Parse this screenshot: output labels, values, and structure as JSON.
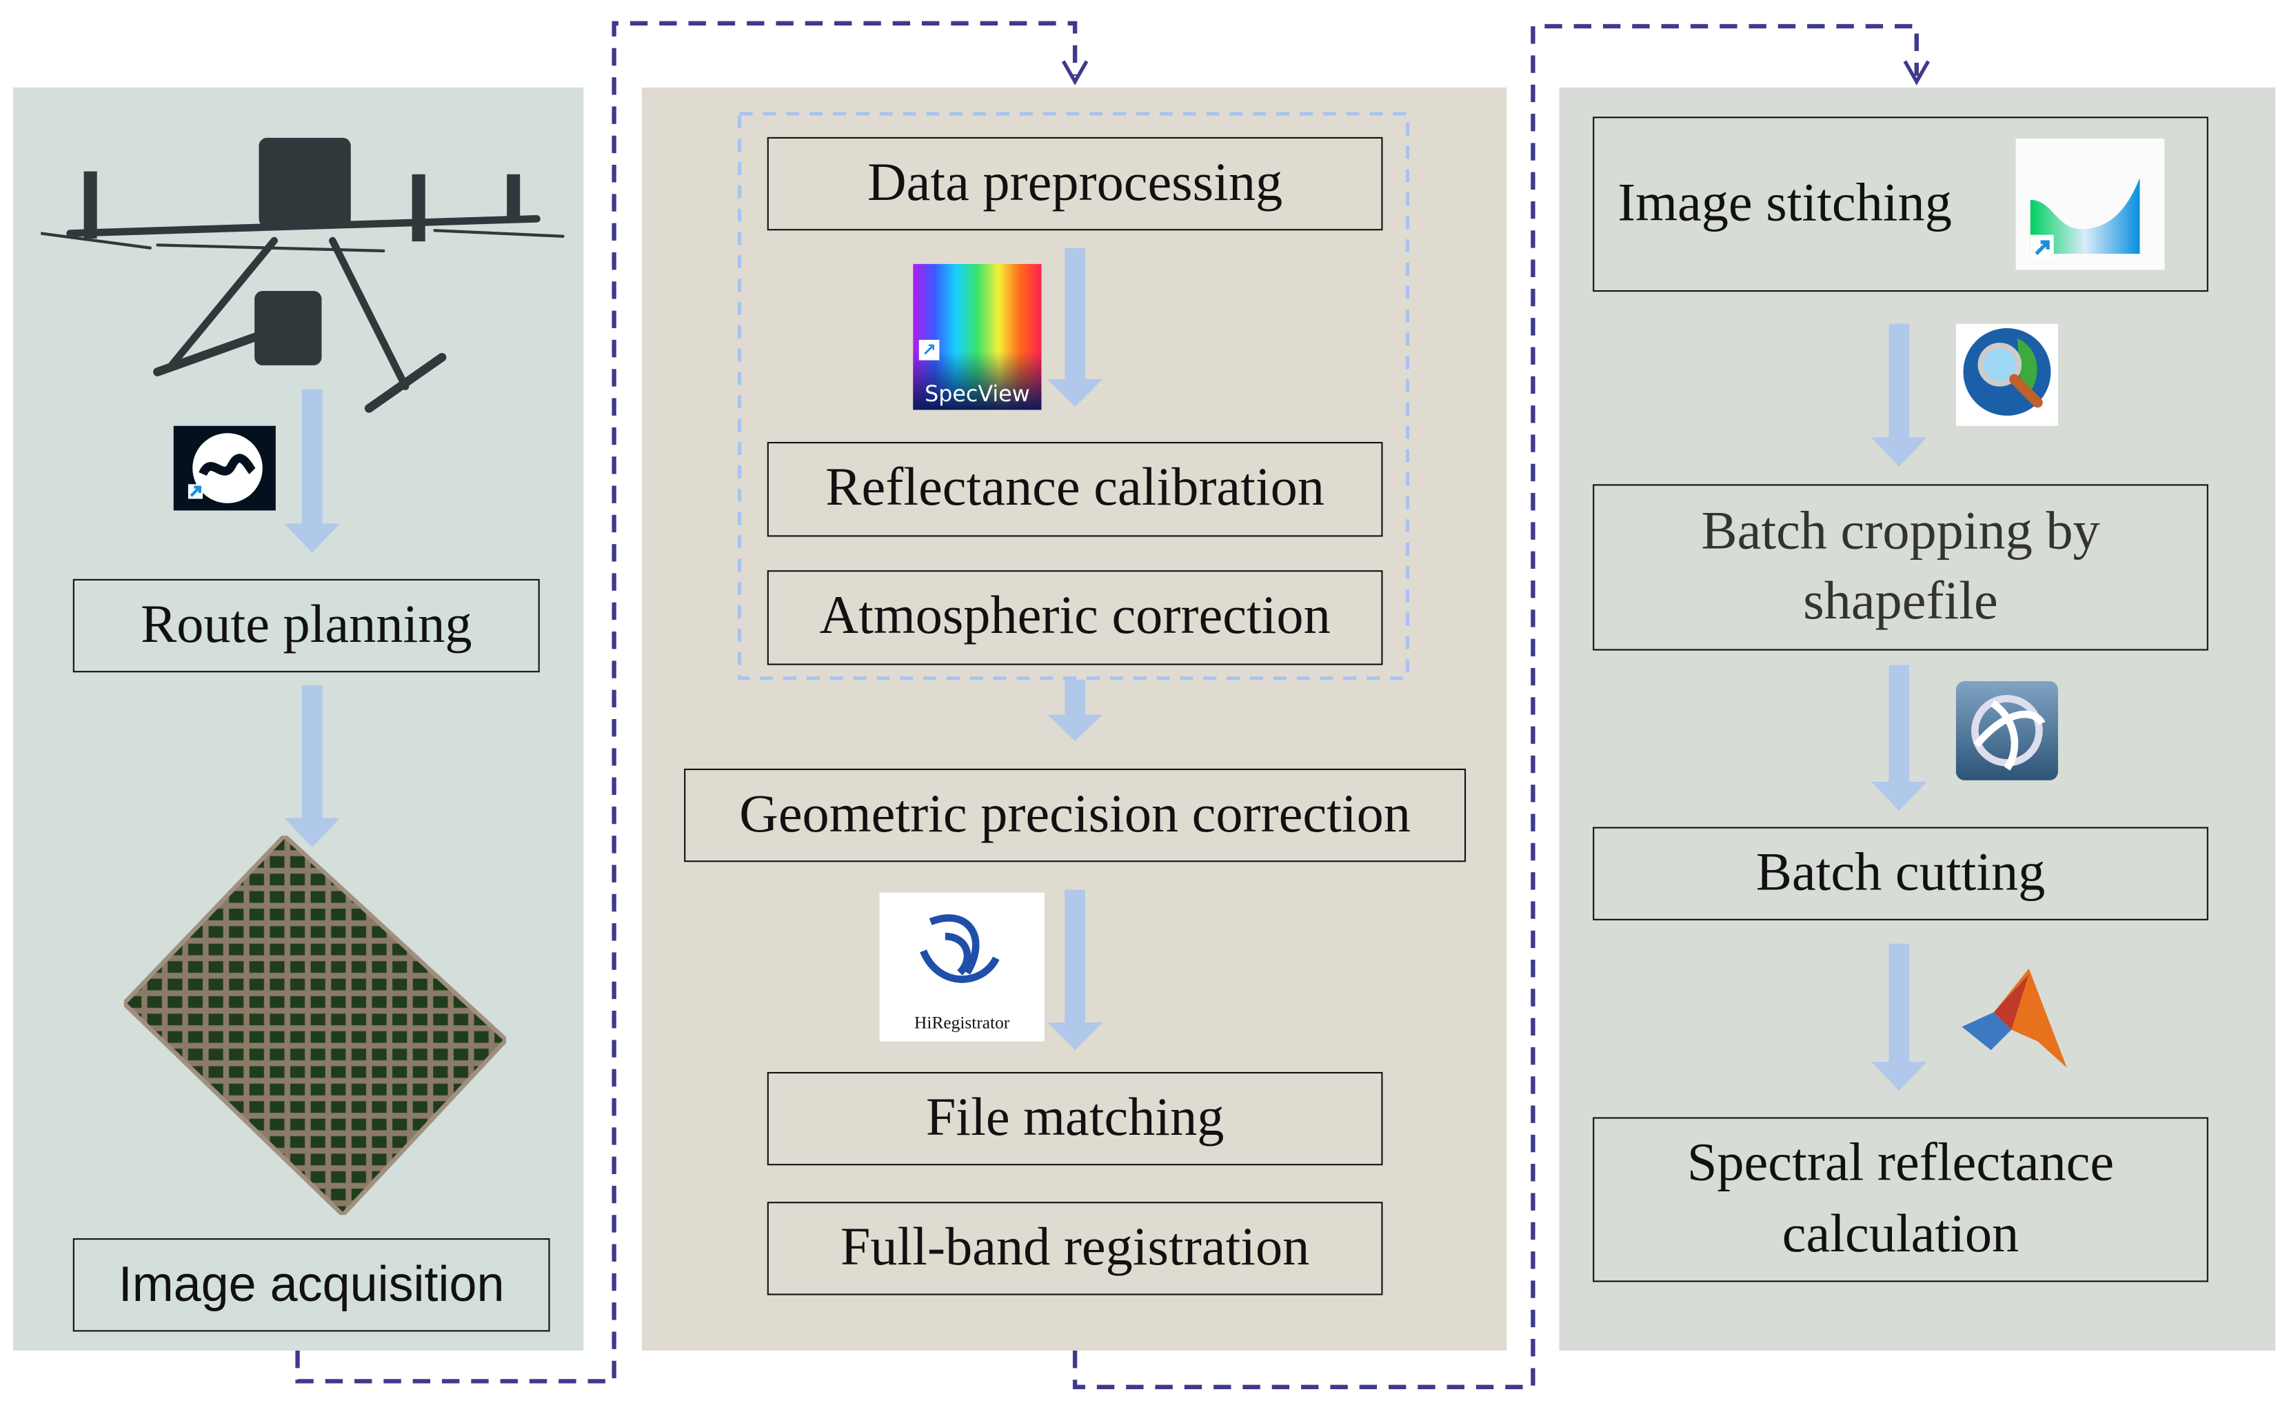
{
  "colors": {
    "left_panel": "#d4dedb",
    "middle_panel": "#e0dbd1",
    "right_panel": "#d8dcd6",
    "flow_arrow": "#b0c8ea",
    "connector": "#3f3a8c",
    "group_border": "#a9c4ee"
  },
  "left": {
    "steps": [
      "Route planning",
      "Image acquisition"
    ],
    "icons": [
      "drone-image",
      "dji-pilot-icon",
      "field-mosaic-image"
    ]
  },
  "middle": {
    "steps": [
      "Data preprocessing",
      "Reflectance calibration",
      "Atmospheric correction",
      "Geometric precision correction",
      "File matching",
      "Full-band registration"
    ],
    "icons": {
      "specview": {
        "name": "specview-icon",
        "label": "SpecView"
      },
      "hiregistrator": {
        "name": "hiregistrator-icon",
        "label": "HiRegistrator"
      }
    }
  },
  "right": {
    "steps": [
      "Image stitching",
      "Batch cropping by shapefile",
      "Batch cutting",
      "Spectral reflectance calculation"
    ],
    "icons": [
      "stitching-app-icon",
      "globe-magnifier-icon",
      "envi-icon",
      "matlab-icon"
    ]
  }
}
